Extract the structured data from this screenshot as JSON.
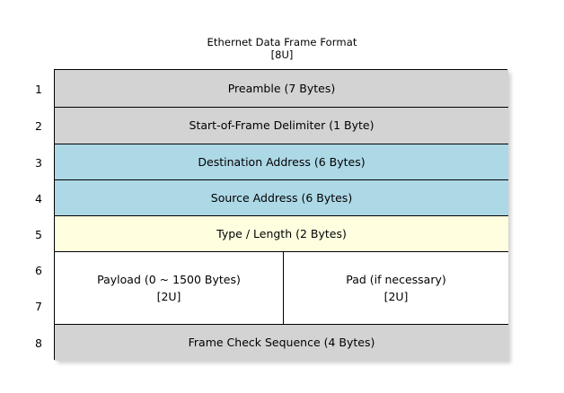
{
  "title": {
    "main": "Ethernet Data Frame Format",
    "subtitle": "[8U]"
  },
  "diagram": {
    "type": "frame-format-table",
    "row_numbers": [
      "1",
      "2",
      "3",
      "4",
      "5",
      "6",
      "7",
      "8"
    ],
    "colors": {
      "header_gray": "#d3d3d3",
      "address_blue": "#add8e6",
      "type_yellow": "#ffffe0",
      "payload_white": "#ffffff",
      "border": "#000000"
    },
    "rows": [
      {
        "index": "1",
        "label": "Preamble (7 Bytes)",
        "fill": "fill-gray",
        "span": 1
      },
      {
        "index": "2",
        "label": "Start-of-Frame Delimiter (1 Byte)",
        "fill": "fill-gray",
        "span": 1
      },
      {
        "index": "3",
        "label": "Destination Address (6 Bytes)",
        "fill": "fill-blue",
        "span": 1
      },
      {
        "index": "4",
        "label": "Source Address (6 Bytes)",
        "fill": "fill-blue",
        "span": 1
      },
      {
        "index": "5",
        "label": "Type / Length (2 Bytes)",
        "fill": "fill-yellow",
        "span": 1
      },
      {
        "index": "6-7",
        "fill": "fill-white",
        "span": 2,
        "split": {
          "left": {
            "line1": "Payload (0 ~ 1500 Bytes)",
            "line2": "[2U]"
          },
          "right": {
            "line1": "Pad (if necessary)",
            "line2": "[2U]"
          }
        }
      },
      {
        "index": "8",
        "label": "Frame Check Sequence (4 Bytes)",
        "fill": "fill-gray",
        "span": 1
      }
    ]
  }
}
